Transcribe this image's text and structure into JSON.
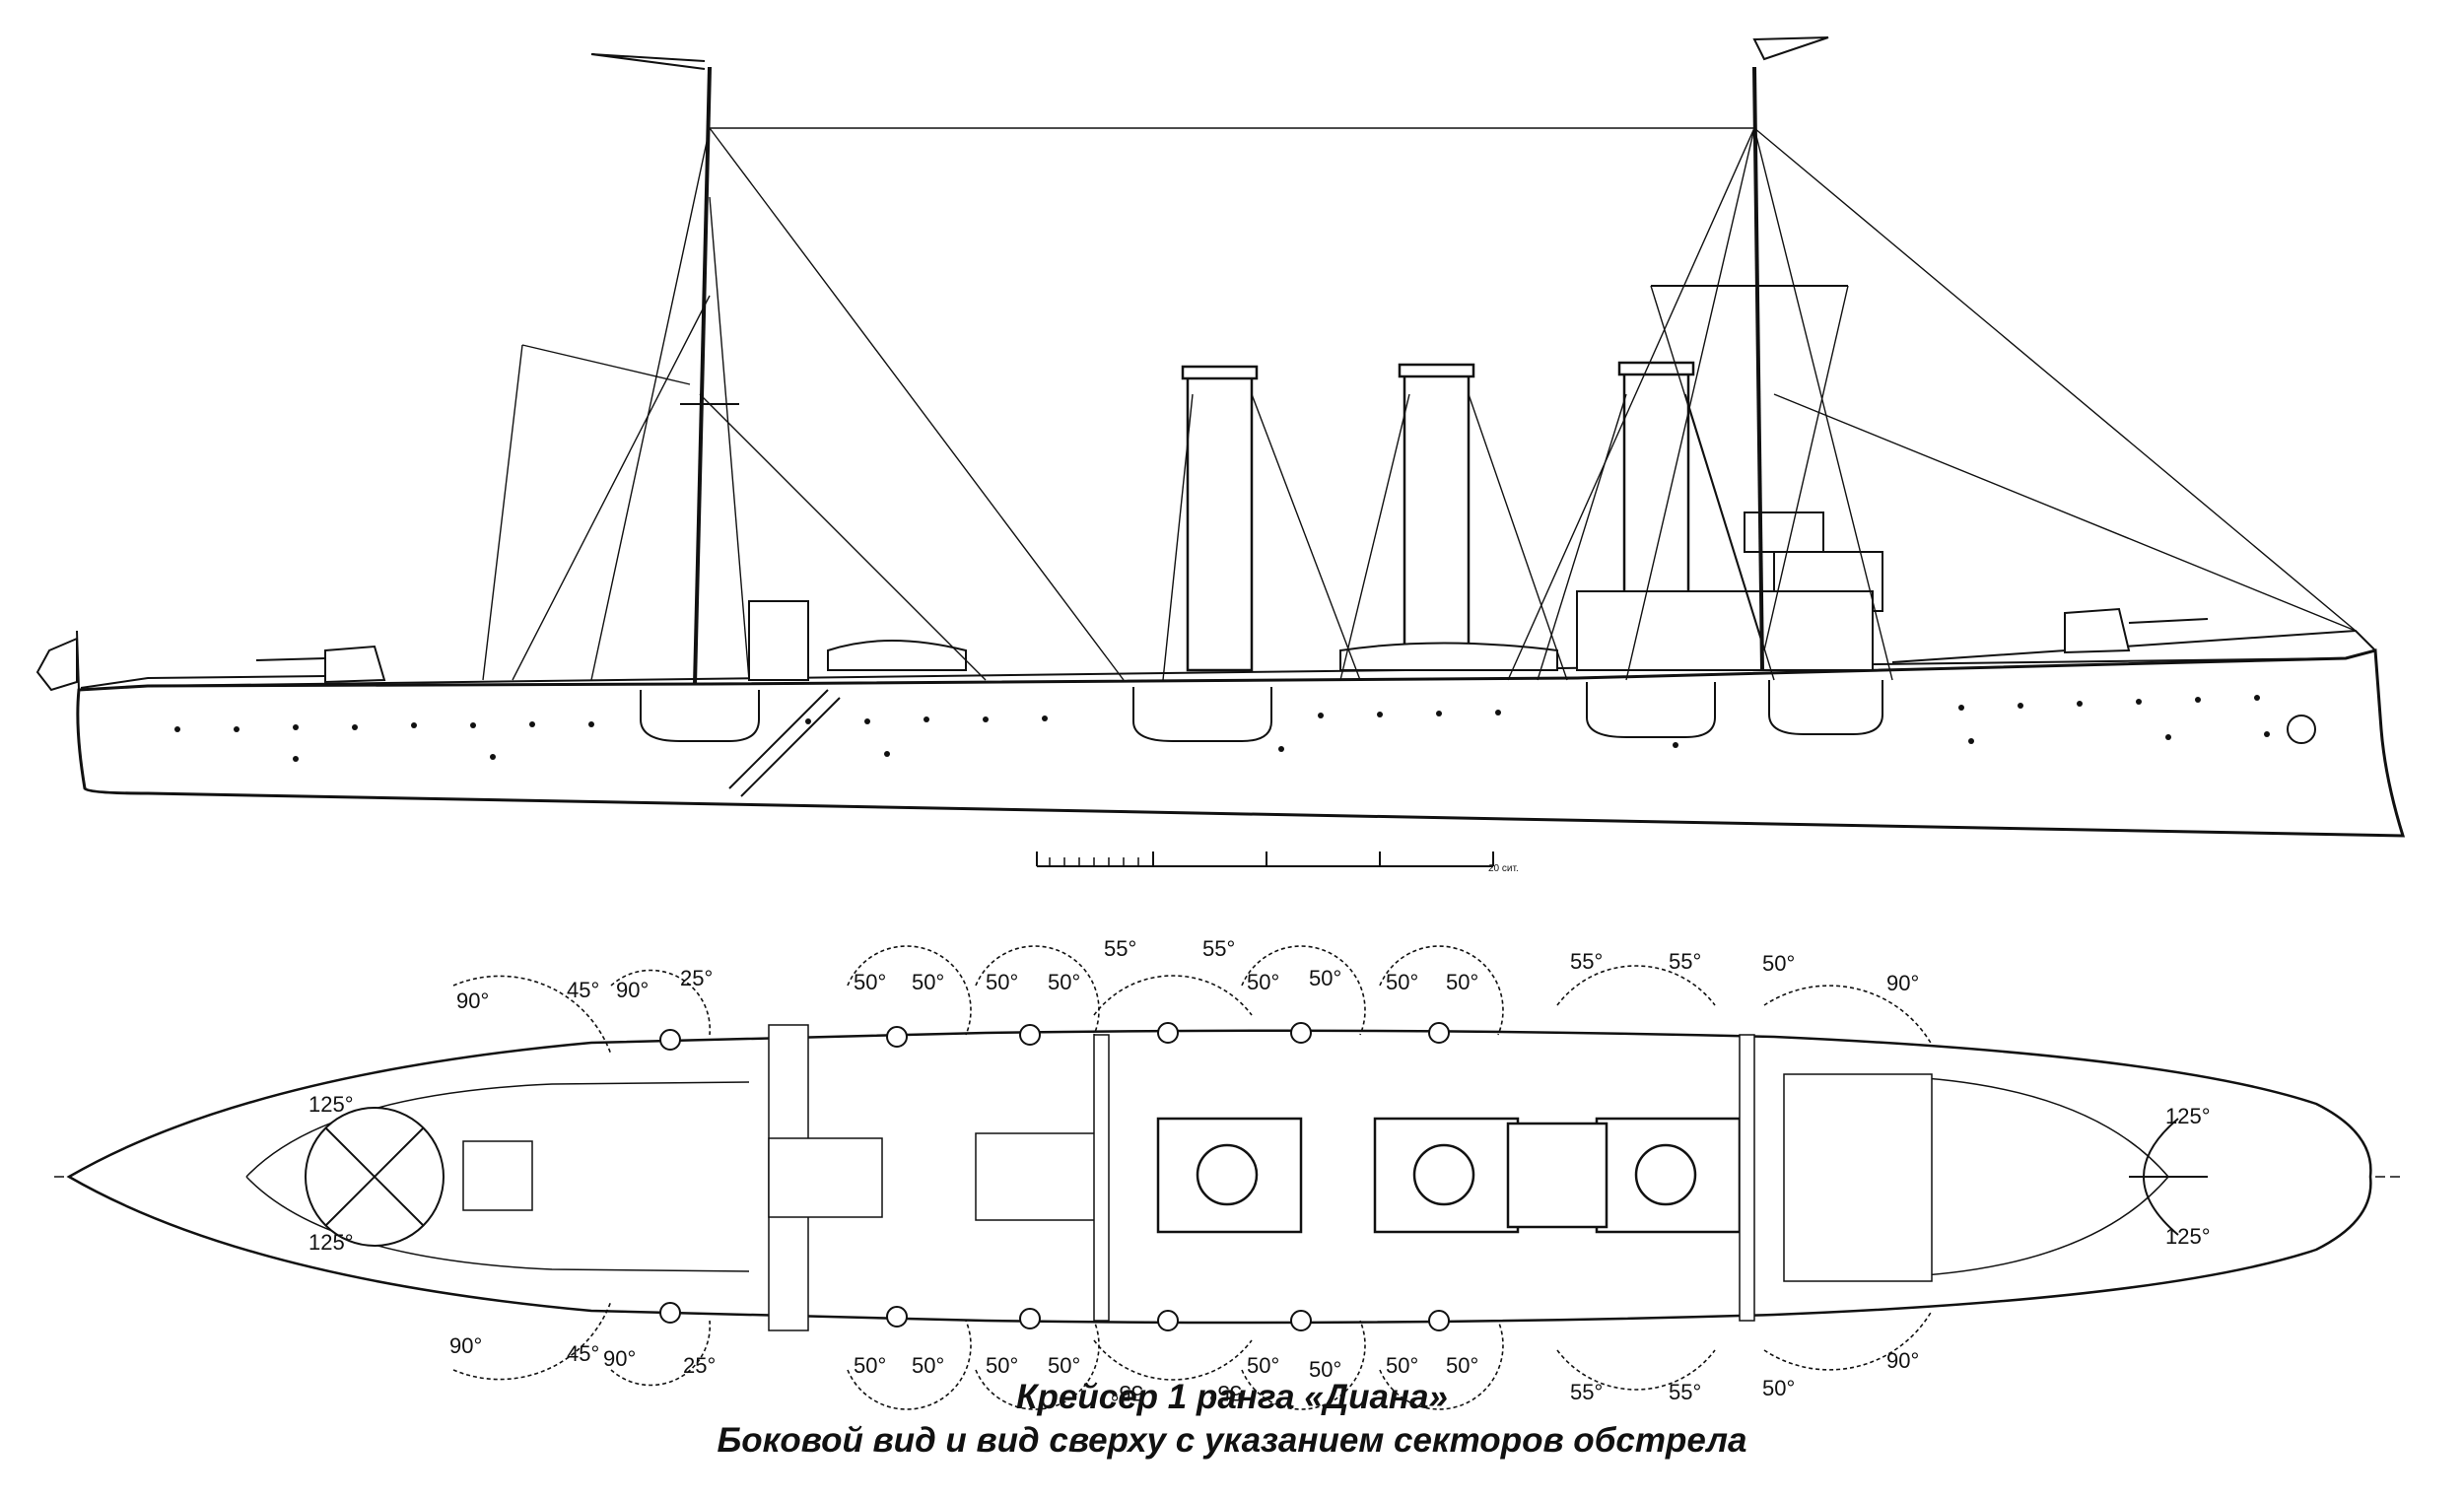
{
  "caption": {
    "title": "Крейсер 1 ранга «Диана»",
    "subtitle": "Боковой вид и вид сверху с указанием секторов обстрела"
  },
  "scale": {
    "label": "20 сит."
  },
  "firing_sectors": [
    {
      "id": "bow-upper",
      "label": "125°"
    },
    {
      "id": "bow-lower",
      "label": "125°"
    },
    {
      "id": "stern-upper",
      "label": "125°"
    },
    {
      "id": "stern-lower",
      "label": "125°"
    },
    {
      "id": "fwd-left-a",
      "label": "90°"
    },
    {
      "id": "fwd-left-b",
      "label": "45°"
    },
    {
      "id": "fwd-left-c",
      "label": "90°"
    },
    {
      "id": "fwd-left-d",
      "label": "25°"
    },
    {
      "id": "fwd-right-a",
      "label": "90°"
    },
    {
      "id": "fwd-right-b",
      "label": "45°"
    },
    {
      "id": "fwd-right-c",
      "label": "90°"
    },
    {
      "id": "fwd-right-d",
      "label": "25°"
    },
    {
      "id": "mid-top-1a",
      "label": "50°"
    },
    {
      "id": "mid-top-1b",
      "label": "50°"
    },
    {
      "id": "mid-top-2a",
      "label": "50°"
    },
    {
      "id": "mid-top-2b",
      "label": "50°"
    },
    {
      "id": "mid-top-3a",
      "label": "55°"
    },
    {
      "id": "mid-top-3b",
      "label": "55°"
    },
    {
      "id": "mid-top-4a",
      "label": "50°"
    },
    {
      "id": "mid-top-4b",
      "label": "50°"
    },
    {
      "id": "mid-top-5a",
      "label": "50°"
    },
    {
      "id": "mid-top-5b",
      "label": "50°"
    },
    {
      "id": "mid-top-6a",
      "label": "55°"
    },
    {
      "id": "mid-top-6b",
      "label": "55°"
    },
    {
      "id": "aft-top-a",
      "label": "50°"
    },
    {
      "id": "aft-top-b",
      "label": "90°"
    },
    {
      "id": "mid-bot-1a",
      "label": "50°"
    },
    {
      "id": "mid-bot-1b",
      "label": "50°"
    },
    {
      "id": "mid-bot-2a",
      "label": "50°"
    },
    {
      "id": "mid-bot-2b",
      "label": "50°"
    },
    {
      "id": "mid-bot-3a",
      "label": "55°"
    },
    {
      "id": "mid-bot-3b",
      "label": "55°"
    },
    {
      "id": "mid-bot-4a",
      "label": "50°"
    },
    {
      "id": "mid-bot-4b",
      "label": "50°"
    },
    {
      "id": "mid-bot-5a",
      "label": "50°"
    },
    {
      "id": "mid-bot-5b",
      "label": "50°"
    },
    {
      "id": "mid-bot-6a",
      "label": "55°"
    },
    {
      "id": "mid-bot-6b",
      "label": "55°"
    },
    {
      "id": "aft-bot-a",
      "label": "50°"
    },
    {
      "id": "aft-bot-b",
      "label": "90°"
    }
  ]
}
